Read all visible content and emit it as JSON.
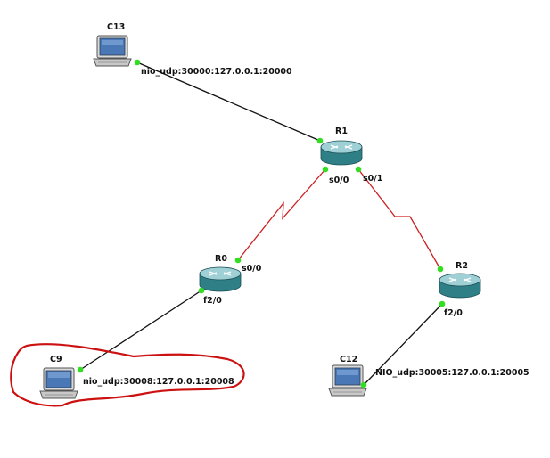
{
  "colors": {
    "ethernet_link": "#111111",
    "serial_link": "#cc1f1f",
    "port_up": "#33dd22",
    "router_body": "#2e7f86",
    "router_top": "#9fd0d6",
    "highlight_ring": "#cc1111"
  },
  "devices": {
    "C13": {
      "name": "C13",
      "type": "host",
      "icon": "laptop-icon"
    },
    "R1": {
      "name": "R1",
      "type": "router",
      "icon": "router-icon"
    },
    "R0": {
      "name": "R0",
      "type": "router",
      "icon": "router-icon"
    },
    "R2": {
      "name": "R2",
      "type": "router",
      "icon": "router-icon"
    },
    "C9": {
      "name": "C9",
      "type": "host",
      "icon": "laptop-icon"
    },
    "C12": {
      "name": "C12",
      "type": "host",
      "icon": "laptop-icon"
    }
  },
  "links": [
    {
      "id": "c13-r1",
      "kind": "ethernet",
      "from": "C13",
      "to": "R1",
      "from_port": "nio_udp:30000:127.0.0.1:20000",
      "to_port": ""
    },
    {
      "id": "r1-r0",
      "kind": "serial",
      "from": "R1",
      "to": "R0",
      "from_port": "s0/0",
      "to_port": "s0/0"
    },
    {
      "id": "r1-r2",
      "kind": "serial",
      "from": "R1",
      "to": "R2",
      "from_port": "s0/1",
      "to_port": ""
    },
    {
      "id": "r0-c9",
      "kind": "ethernet",
      "from": "R0",
      "to": "C9",
      "from_port": "f2/0",
      "to_port": "nio_udp:30008:127.0.0.1:20008"
    },
    {
      "id": "r2-c12",
      "kind": "ethernet",
      "from": "R2",
      "to": "C12",
      "from_port": "f2/0",
      "to_port": "NIO_udp:30005:127.0.0.1:20005"
    }
  ],
  "annotation": {
    "highlighted_device": "C9",
    "style": "hand-drawn red ring"
  }
}
